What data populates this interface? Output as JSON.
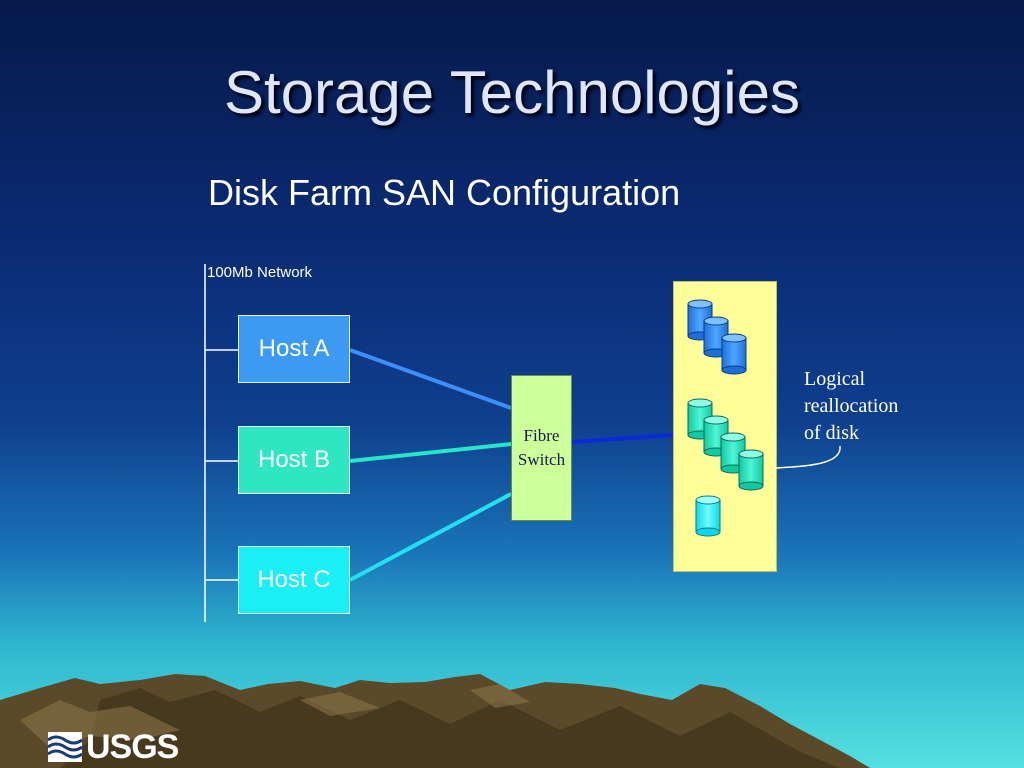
{
  "slide": {
    "title": "Storage Technologies",
    "subtitle": "Disk Farm SAN Configuration"
  },
  "network": {
    "label": "100Mb Network"
  },
  "hosts": [
    {
      "label": "Host A",
      "color": "#3d9af2",
      "link_color": "#3d8ef5"
    },
    {
      "label": "Host B",
      "color": "#2ee7c2",
      "link_color": "#26e6c8"
    },
    {
      "label": "Host C",
      "color": "#19eff4",
      "link_color": "#22e0f0"
    }
  ],
  "switch": {
    "line1": "Fibre",
    "line2": "Switch",
    "color": "#ccff99",
    "uplink_color": "#0a2ad8"
  },
  "disk_farm": {
    "color": "#ffff99"
  },
  "note": {
    "line1": "Logical",
    "line2": "reallocation",
    "line3": "of disk"
  },
  "logo": {
    "text": "USGS"
  }
}
